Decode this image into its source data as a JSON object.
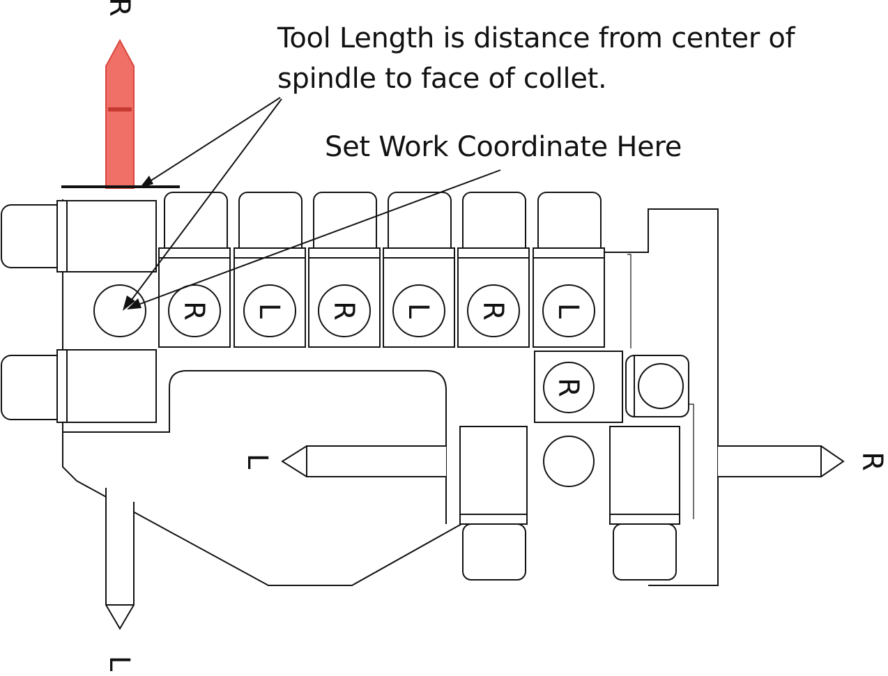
{
  "annotations": {
    "tool_length": "Tool Length is distance from center of\nspindle to face of collet.",
    "work_coordinate": "Set Work Coordinate Here"
  },
  "axis_labels": {
    "top": "R",
    "bottom": "L",
    "left": "L",
    "right": "R"
  },
  "tool_row": [
    "R",
    "L",
    "R",
    "L",
    "R",
    "L"
  ],
  "lower_tool": "R",
  "colors": {
    "tool_highlight": "#f07068",
    "tool_highlight_stroke": "#d9453c",
    "line": "#111111",
    "background": "#ffffff"
  }
}
